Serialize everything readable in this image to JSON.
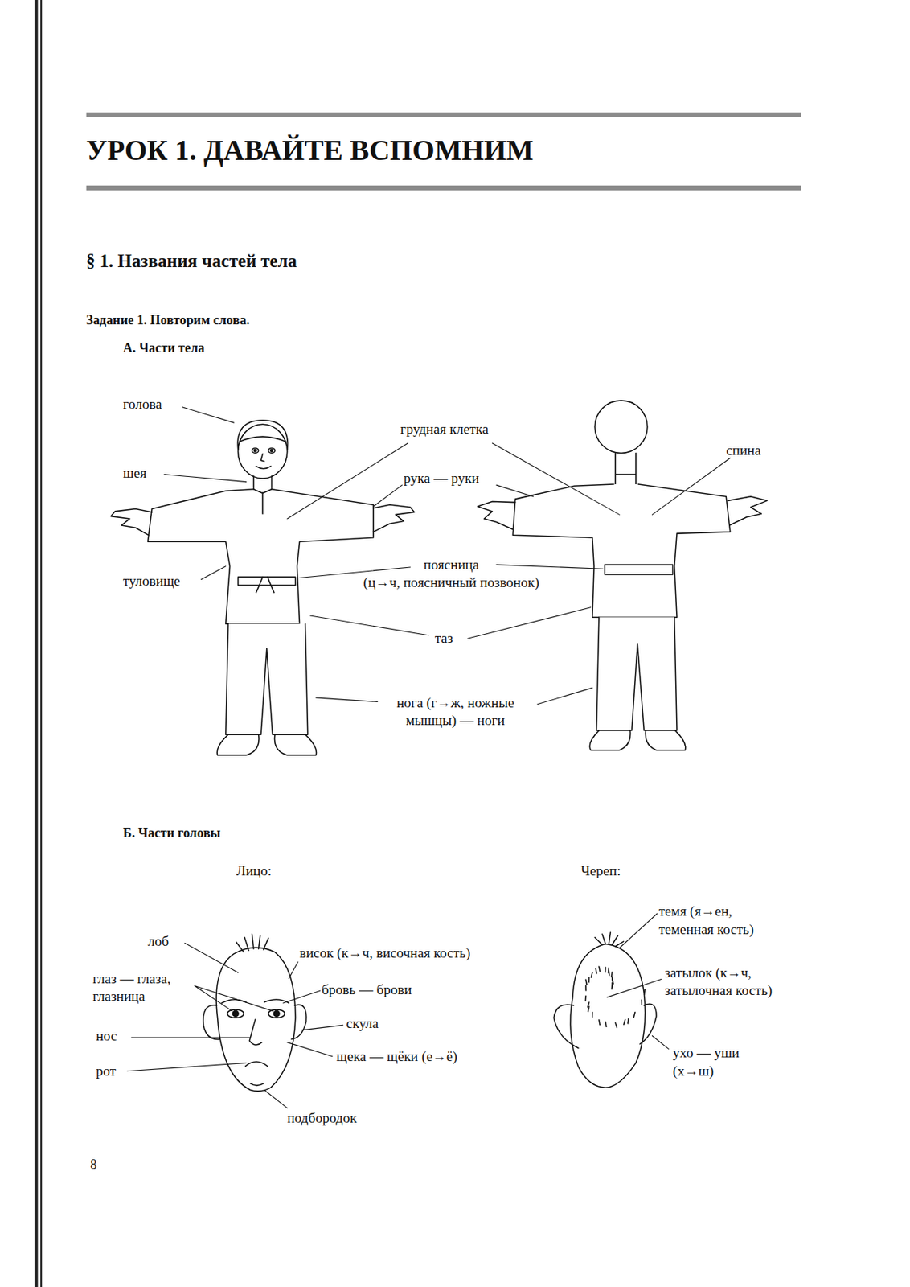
{
  "diagram": {
    "title": "УРОК 1. ДАВАЙТЕ ВСПОМНИМ",
    "labels": [
      "§ 1. Названия частей тела",
      "Задание 1. Повторим слова.",
      "А. Части тела",
      "голова",
      "шея",
      "грудная клетка",
      "рука — руки",
      "спина",
      "туловище",
      "поясница (ц→ч, поясничный позвонок)",
      "таз",
      "нога (г→ж, ножные мышцы) — ноги",
      "Б. Части головы",
      "Лицо:",
      "Череп:",
      "лоб",
      "висок (к→ч, височная кость)",
      "глаз — глаза, глазница",
      "бровь — брови",
      "скула",
      "нос",
      "щека — щёки (е→ё)",
      "рот",
      "подбородок",
      "темя (я→ен, теменная кость)",
      "затылок (к→ч, затылочная кость)",
      "ухо — уши (х→ш)",
      "8"
    ]
  }
}
